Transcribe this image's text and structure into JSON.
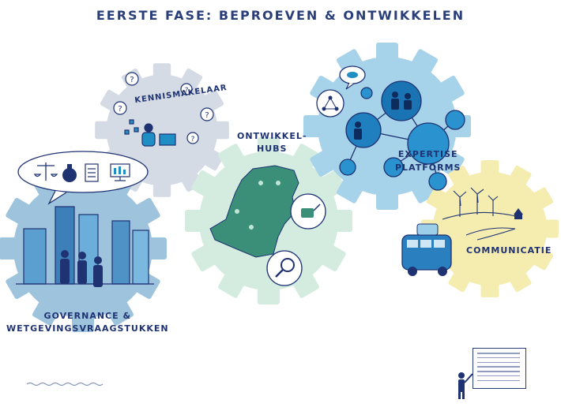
{
  "title": "EERSTE FASE: BEPROEVEN & ONTWIKKELEN",
  "gears": [
    {
      "name": "kennismakelaar",
      "label": "KENNISMAKELAAR"
    },
    {
      "name": "ontwikkelhubs",
      "label_line1": "ONTWIKKEL-",
      "label_line2": "HUBS"
    },
    {
      "name": "expertise-platforms",
      "label_line1": "EXPERTISE",
      "label_line2": "PLATFORMS"
    },
    {
      "name": "communicatie",
      "label": "COMMUNICATIE"
    },
    {
      "name": "governance",
      "label_line1": "GOVERNANCE &",
      "label_line2": "WETGEVINGSVRAAGSTUKKEN"
    }
  ],
  "icons": [
    "question-mark-icon",
    "scales-icon",
    "money-bag-icon",
    "law-book-icon",
    "computer-icon",
    "network-icon",
    "netherlands-map-icon",
    "watering-can-icon",
    "magnifier-icon",
    "wind-turbine-icon",
    "bus-icon",
    "person-icon"
  ],
  "colors": {
    "title": "#2a3f7a",
    "gear_gray": "#d4dbe4",
    "gear_green": "#d3ecdf",
    "gear_blue": "#a7d3ea",
    "gear_yellow": "#f5ecb0",
    "ink": "#1f3373",
    "accent_teal": "#1f8ec4"
  }
}
